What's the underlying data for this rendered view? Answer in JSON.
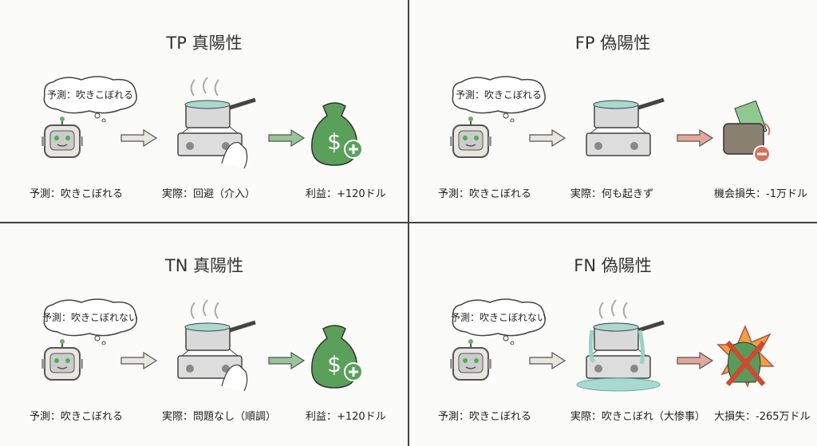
{
  "panels": [
    {
      "title": "TP 真陽性",
      "bubble": "予測：吹きこぼれる",
      "prediction": "予測：吹きこぼれる",
      "actual": "実際：回避（介入）",
      "outcome": "利益：+120ドル",
      "scene": "intervened",
      "result_icon": "money-bag-plus",
      "accent": "#5aa05a"
    },
    {
      "title": "FP 偽陽性",
      "bubble": "予測：吹きこぼれる",
      "prediction": "予測：吹きこぼれる",
      "actual": "実際：何も起きず",
      "outcome": "機会損失：-1万ドル",
      "scene": "calm",
      "result_icon": "wallet-minus",
      "accent": "#d9705a"
    },
    {
      "title": "TN 真陽性",
      "bubble": "予測：吹きこぼれない",
      "prediction": "予測：吹きこぼれる",
      "actual": "実際：問題なし（順調）",
      "outcome": "利益：+120ドル",
      "scene": "intervened",
      "result_icon": "money-bag-plus",
      "accent": "#5aa05a"
    },
    {
      "title": "FN 偽陽性",
      "bubble": "予測：吹きこぼれない",
      "prediction": "予測：吹きこぼれる",
      "actual": "実際：吹きこぼれ（大惨事）",
      "outcome": "大損失：-265万ドル",
      "scene": "boilover",
      "result_icon": "explosion-cross",
      "accent": "#d9705a"
    }
  ]
}
